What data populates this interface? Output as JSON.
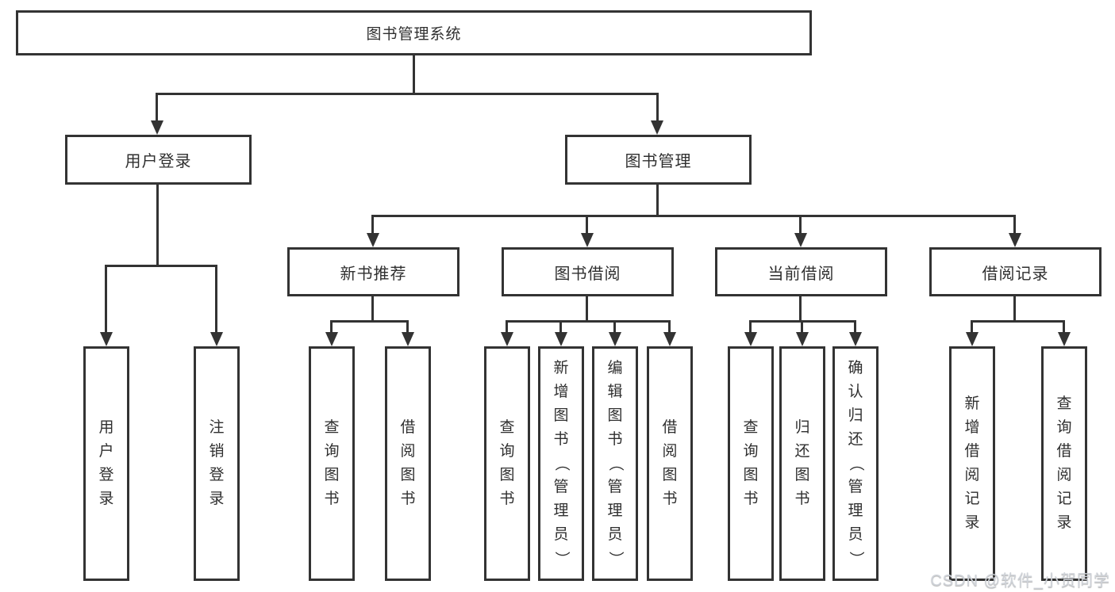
{
  "diagram": {
    "type": "hierarchy-tree",
    "title": "图书管理系统",
    "colors": {
      "background": "#ffffff",
      "line": "#333333",
      "box_border": "#333333",
      "text": "#2f2f2f",
      "watermark": "#cfd3d9"
    },
    "watermark": "CSDN @软件_小贺同学",
    "nodes": {
      "root": "图书管理系统",
      "user_login": "用户登录",
      "book_mgmt": "图书管理",
      "leaf_user_login": "用户登录",
      "leaf_logout": "注销登录",
      "new_books": "新书推荐",
      "book_borrow": "图书借阅",
      "current_borrow": "当前借阅",
      "borrow_records": "借阅记录",
      "nb_query": "查询图书",
      "nb_borrow": "借阅图书",
      "bb_query": "查询图书",
      "bb_add": "新增图书（管理员）",
      "bb_edit": "编辑图书（管理员）",
      "bb_borrow": "借阅图书",
      "cb_query": "查询图书",
      "cb_return": "归还图书",
      "cb_confirm": "确认归还（管理员）",
      "br_add": "新增借阅记录",
      "br_query": "查询借阅记录"
    },
    "edges": [
      [
        "图书管理系统",
        "用户登录"
      ],
      [
        "图书管理系统",
        "图书管理"
      ],
      [
        "用户登录",
        "用户登录"
      ],
      [
        "用户登录",
        "注销登录"
      ],
      [
        "图书管理",
        "新书推荐"
      ],
      [
        "图书管理",
        "图书借阅"
      ],
      [
        "图书管理",
        "当前借阅"
      ],
      [
        "图书管理",
        "借阅记录"
      ],
      [
        "新书推荐",
        "查询图书"
      ],
      [
        "新书推荐",
        "借阅图书"
      ],
      [
        "图书借阅",
        "查询图书"
      ],
      [
        "图书借阅",
        "新增图书（管理员）"
      ],
      [
        "图书借阅",
        "编辑图书（管理员）"
      ],
      [
        "图书借阅",
        "借阅图书"
      ],
      [
        "当前借阅",
        "查询图书"
      ],
      [
        "当前借阅",
        "归还图书"
      ],
      [
        "当前借阅",
        "确认归还（管理员）"
      ],
      [
        "借阅记录",
        "新增借阅记录"
      ],
      [
        "借阅记录",
        "查询借阅记录"
      ]
    ]
  }
}
